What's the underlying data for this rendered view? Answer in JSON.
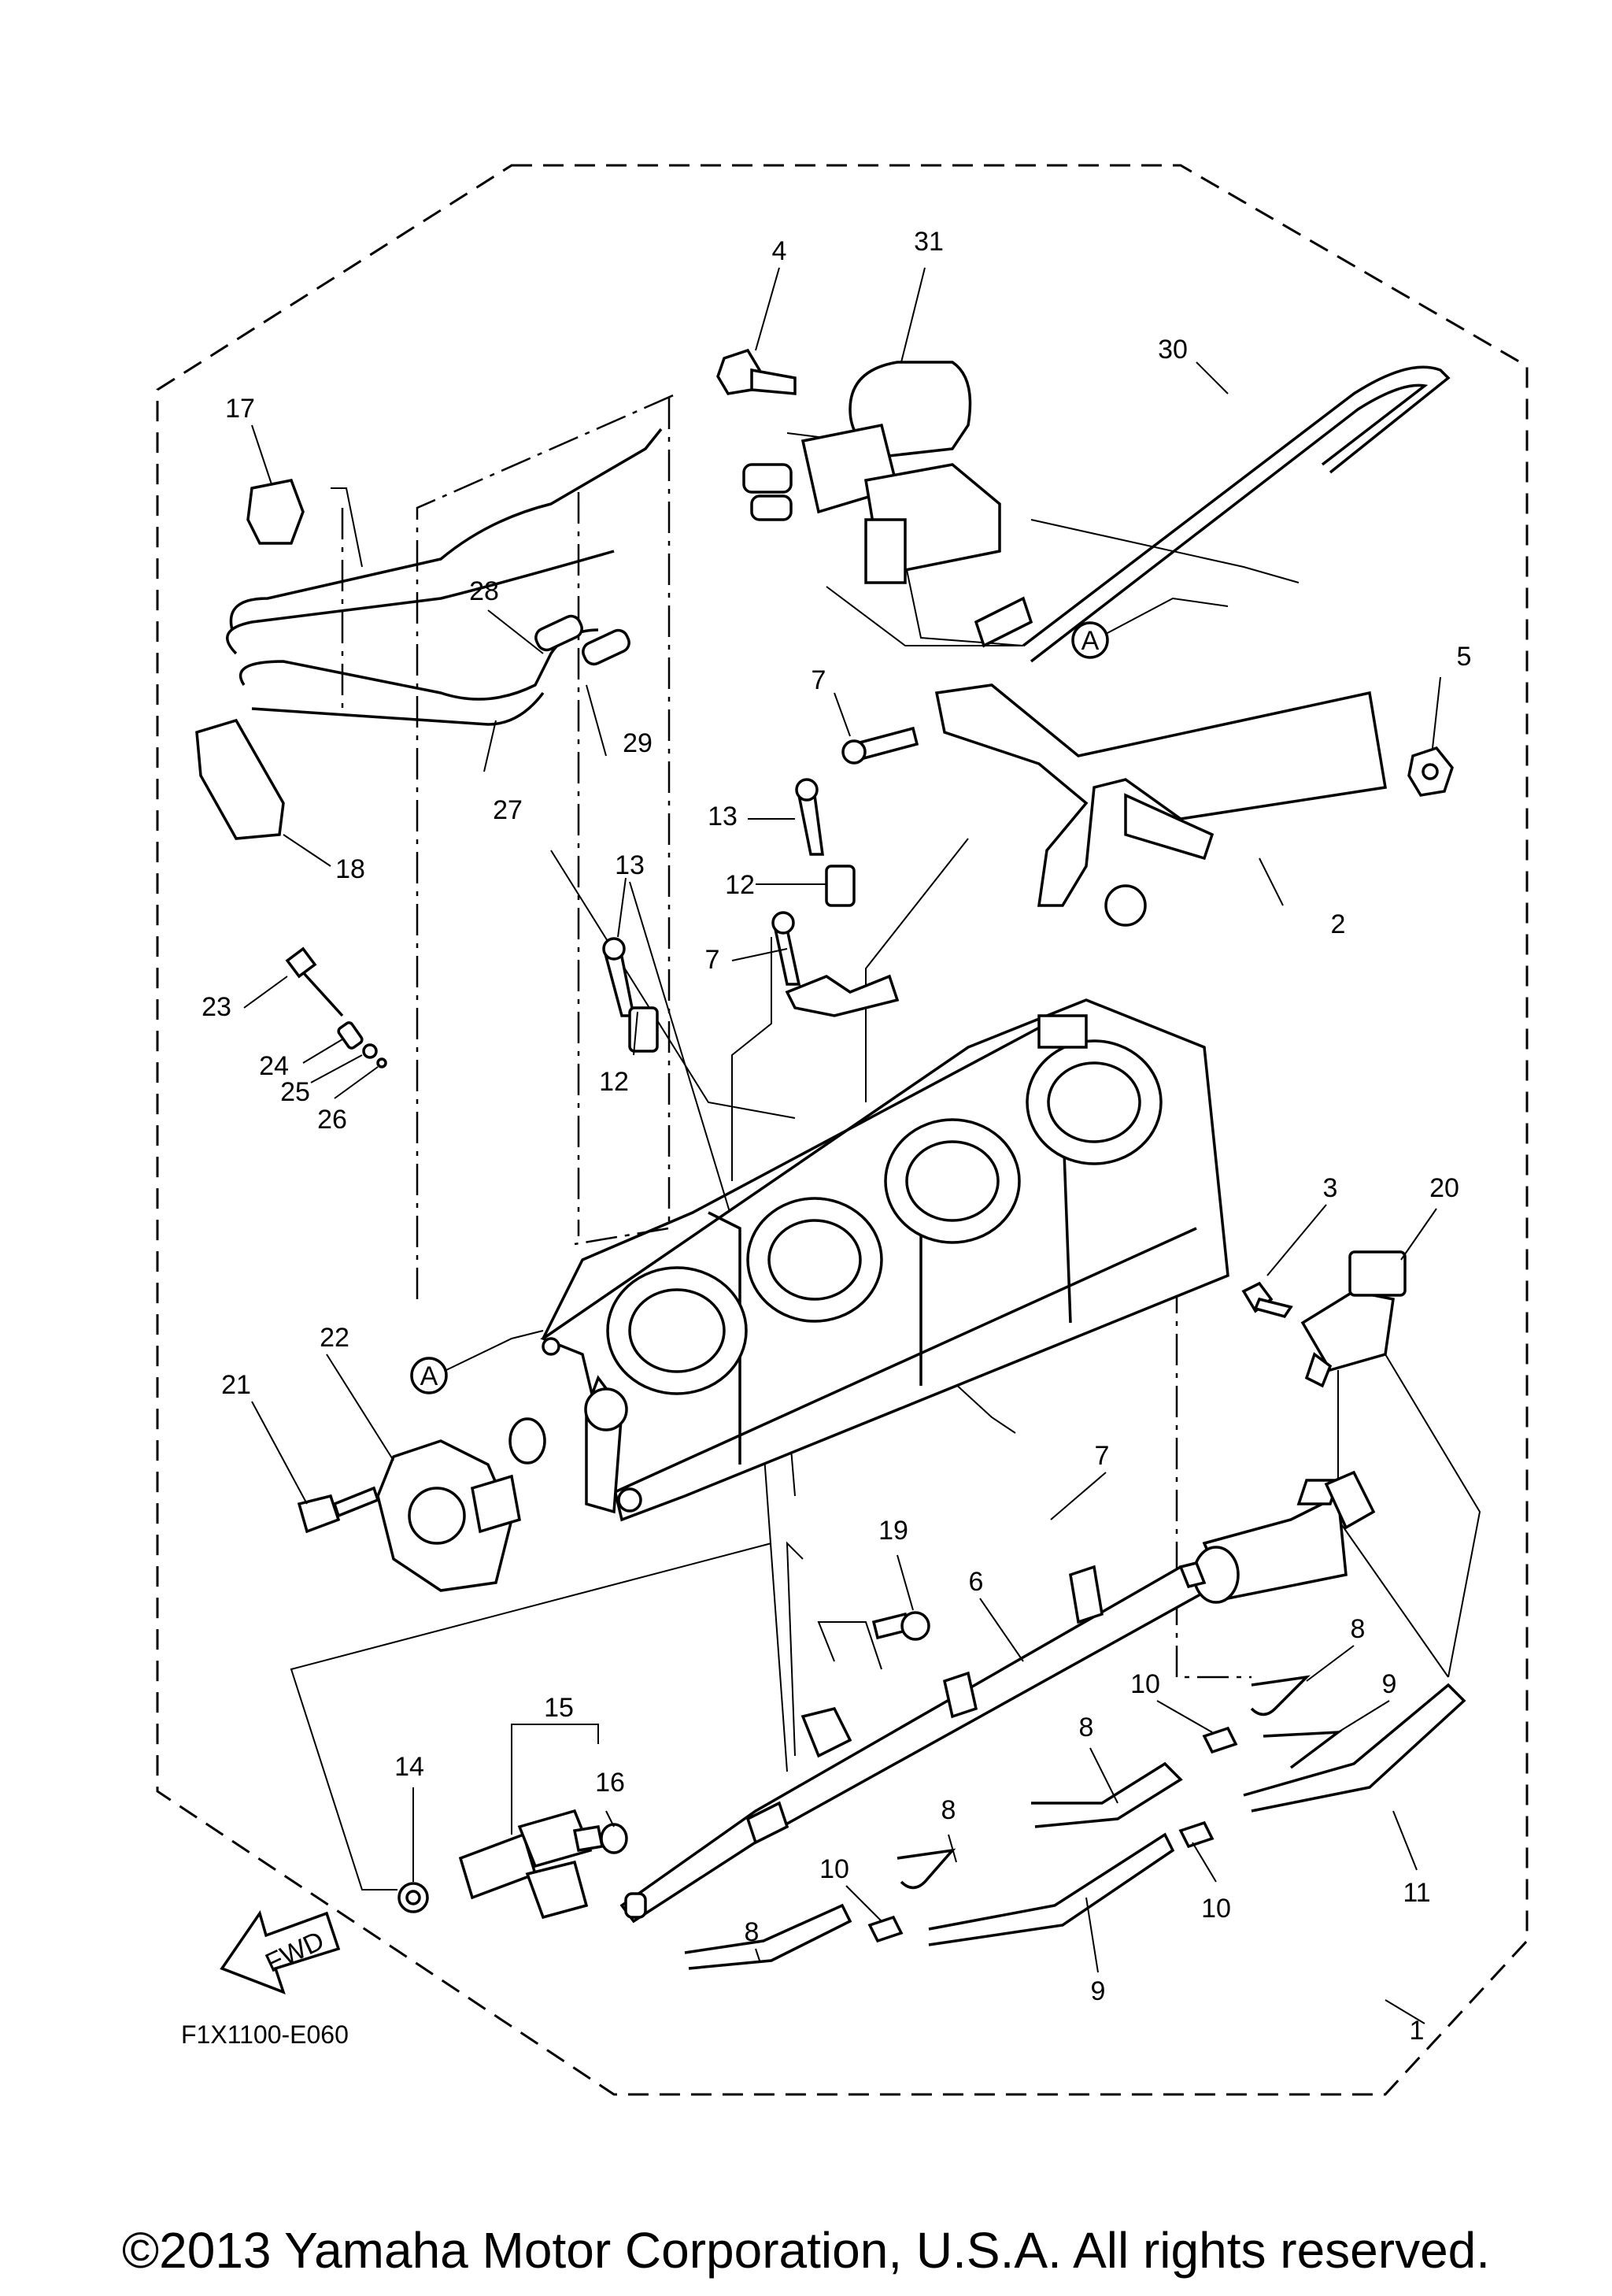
{
  "diagram": {
    "drawing_code": "F1X1100-E060",
    "fwd_label": "FWD",
    "reference_mark": "A",
    "callouts": [
      "1",
      "2",
      "3",
      "4",
      "5",
      "6",
      "7",
      "7",
      "7",
      "8",
      "8",
      "8",
      "8",
      "9",
      "9",
      "10",
      "10",
      "10",
      "11",
      "12",
      "12",
      "13",
      "13",
      "14",
      "15",
      "16",
      "17",
      "18",
      "19",
      "20",
      "21",
      "22",
      "23",
      "24",
      "25",
      "26",
      "27",
      "28",
      "29",
      "30",
      "31"
    ]
  },
  "copyright": "©2013 Yamaha Motor Corporation, U.S.A. All rights reserved."
}
